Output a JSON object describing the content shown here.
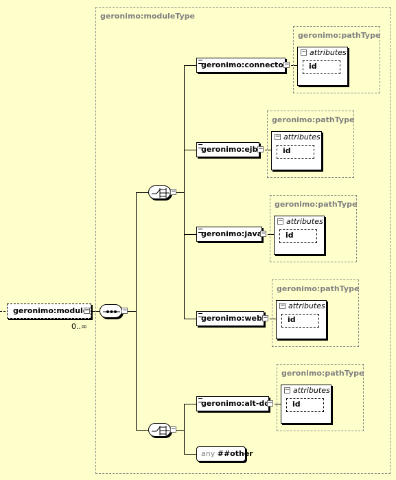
{
  "module_type": "geronimo:moduleType",
  "root": {
    "name": "geronimo:module",
    "cardinality": "0..∞"
  },
  "elements": [
    {
      "name": "geronimo:connector",
      "type": "geronimo:pathType",
      "attr_header": "attributes",
      "attr": "id"
    },
    {
      "name": "geronimo:ejb",
      "type": "geronimo:pathType",
      "attr_header": "attributes",
      "attr": "id"
    },
    {
      "name": "geronimo:java",
      "type": "geronimo:pathType",
      "attr_header": "attributes",
      "attr": "id"
    },
    {
      "name": "geronimo:web",
      "type": "geronimo:pathType",
      "attr_header": "attributes",
      "attr": "id"
    },
    {
      "name": "geronimo:alt-dd",
      "type": "geronimo:pathType",
      "attr_header": "attributes",
      "attr": "id"
    }
  ],
  "any": {
    "keyword": "any",
    "namespace": "##other"
  },
  "expander_symbol": "−",
  "colors": {
    "background": "#ffffcc",
    "frame": "#888888",
    "type_label": "#808080"
  }
}
